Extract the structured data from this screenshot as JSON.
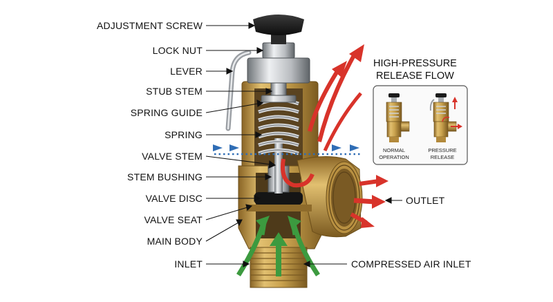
{
  "labels": {
    "adjustment_screw": "ADJUSTMENT SCREW",
    "lock_nut": "LOCK NUT",
    "lever": "LEVER",
    "stub_stem": "STUB STEM",
    "spring_guide": "SPRING GUIDE",
    "spring": "SPRING",
    "valve_stem": "VALVE STEM",
    "stem_bushing": "STEM BUSHING",
    "valve_disc": "VALVE DISC",
    "valve_seat": "VALVE SEAT",
    "main_body": "MAIN BODY",
    "inlet": "INLET",
    "outlet": "OUTLET",
    "compressed_air_inlet": "COMPRESSED AIR INLET"
  },
  "inset": {
    "title_line1": "HIGH-PRESSURE",
    "title_line2": "RELEASE FLOW",
    "normal_line1": "NORMAL",
    "normal_line2": "OPERATION",
    "release_line1": "PRESSURE",
    "release_line2": "RELEASE"
  },
  "colors": {
    "brass": "#c9a24e",
    "steel": "#b9bcc0",
    "knob": "#1c1c1c",
    "red_flow": "#d8332a",
    "green_flow": "#3c9a3f",
    "blue_flow": "#2f6db5"
  }
}
